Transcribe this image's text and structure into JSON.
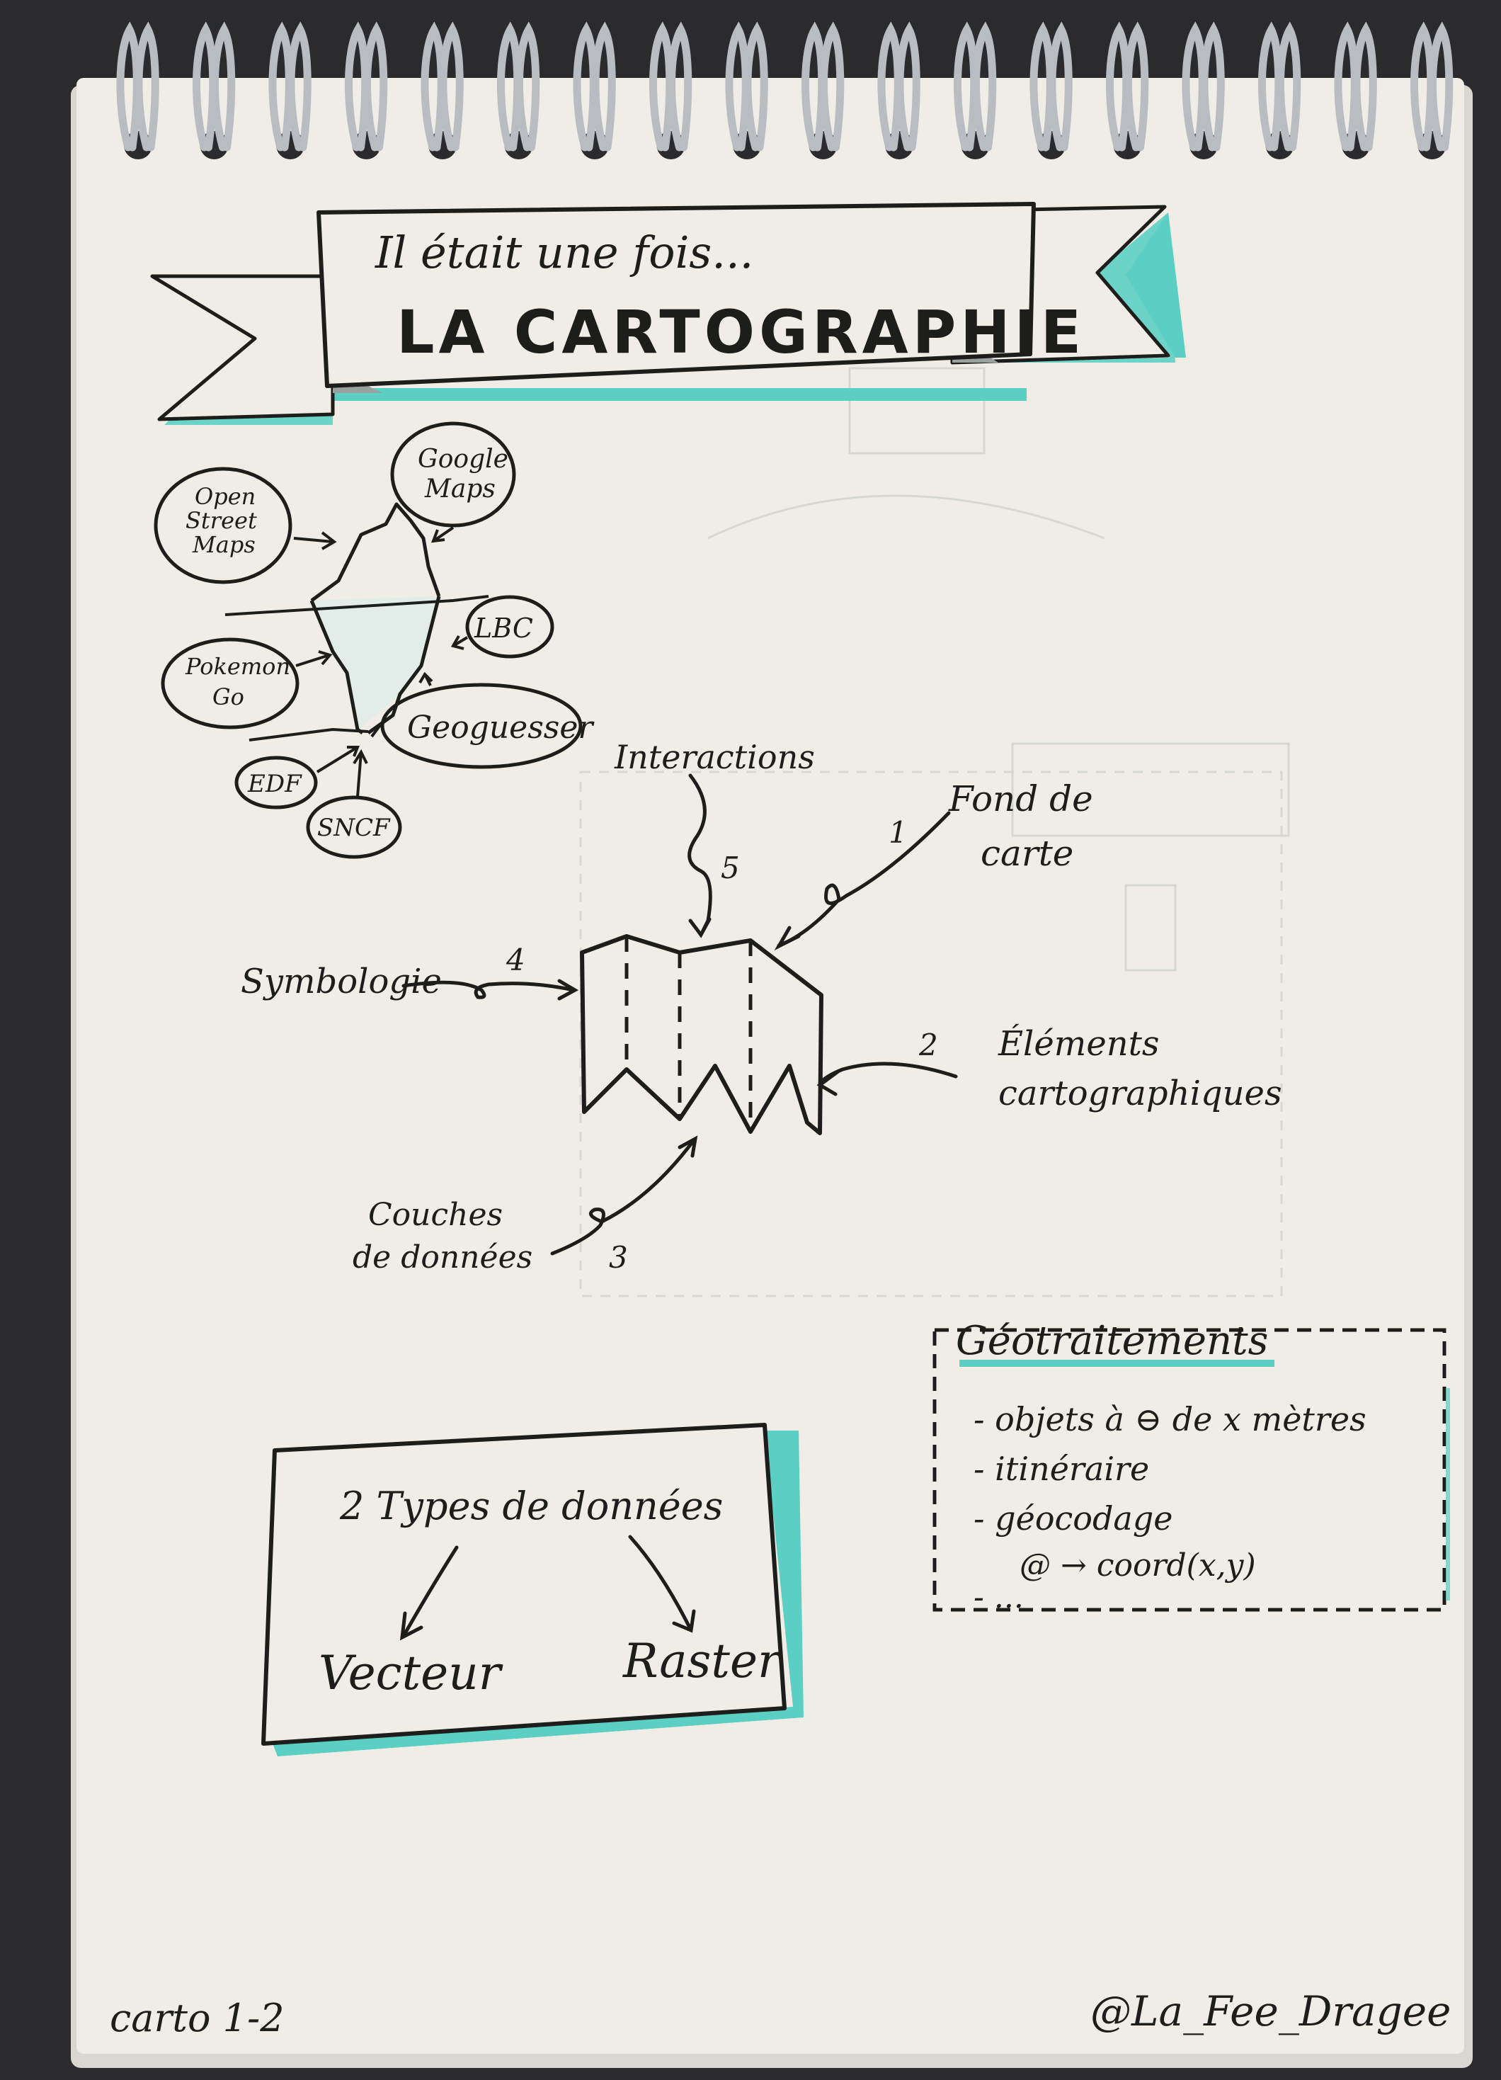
{
  "banner": {
    "subtitle": "Il était une fois...",
    "title": "LA CARTOGRAPHIE"
  },
  "iceberg": {
    "labels": [
      "Open Street Maps",
      "Google Maps",
      "LBC",
      "Pokemon Go",
      "Geoguesser",
      "EDF",
      "SNCF"
    ]
  },
  "map_components": {
    "interactions": {
      "number": "5",
      "label": "Interactions"
    },
    "fond_de_carte": {
      "number": "1",
      "label_line1": "Fond de",
      "label_line2": "carte"
    },
    "symbologie": {
      "number": "4",
      "label": "Symbologie"
    },
    "elements": {
      "number": "2",
      "label_line1": "Éléments",
      "label_line2": "cartographiques"
    },
    "couches": {
      "number": "3",
      "label_line1": "Couches",
      "label_line2": "de données"
    }
  },
  "geotraitements": {
    "title": "Géotraitements",
    "items": [
      "- objets à ⊖ de x mètres",
      "- itinéraire",
      "- géocodage",
      "@ → coord(x,y)",
      "- ..."
    ]
  },
  "data_types": {
    "title": "2 Types de données",
    "left": "Vecteur",
    "right": "Raster"
  },
  "footer": {
    "left": "carto 1-2",
    "right": "@La_Fee_Dragee"
  },
  "colors": {
    "paper": "#efede6",
    "ink": "#1d1d1b",
    "teal_shadow": "#5ccfc4",
    "background": "#2b2b2d",
    "ring_metal": "#b9bcc0"
  }
}
